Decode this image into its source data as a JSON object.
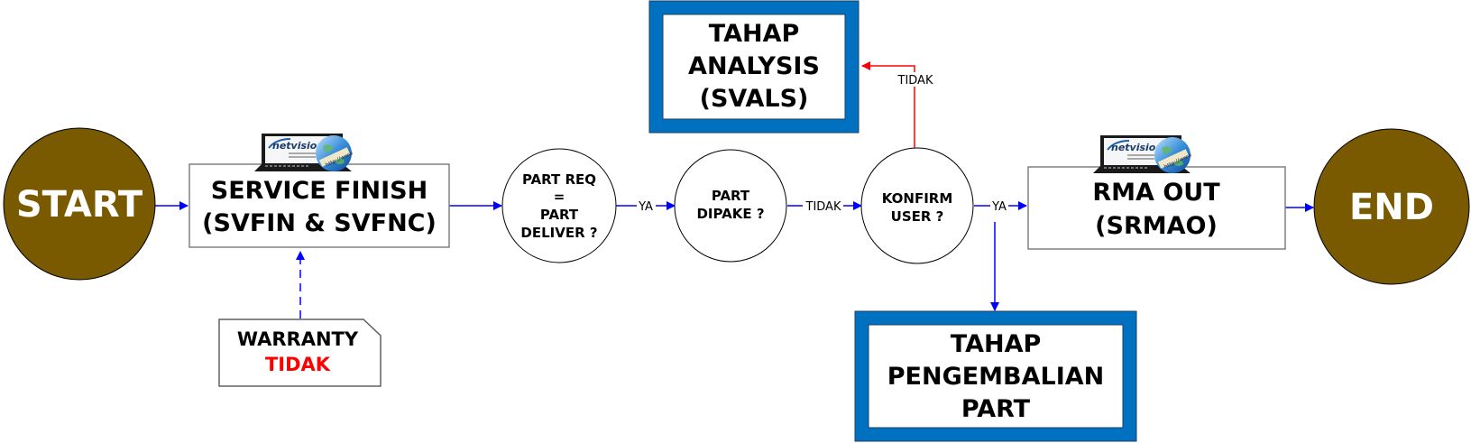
{
  "diagram": {
    "colors": {
      "terminal_fill": "#7a5a00",
      "terminal_text": "#ffffff",
      "flow_arrow": "#0000ff",
      "reject_arrow": "#ff0000",
      "stage_border": "#0070c0",
      "process_border": "#808080",
      "warning_text": "#ff0000"
    },
    "nodes": {
      "start": {
        "label": "START"
      },
      "service_finish": {
        "line1": "SERVICE FINISH",
        "line2": "(SVFIN & SVFNC)",
        "badge": "netvision"
      },
      "warranty_note": {
        "line1": "WARRANTY",
        "line2": "TIDAK"
      },
      "decision_part_req": {
        "line1": "PART REQ",
        "line2": "=",
        "line3": "PART",
        "line4": "DELIVER ?"
      },
      "decision_part_dipake": {
        "line1": "PART",
        "line2": "DIPAKE ?"
      },
      "decision_konfirm_user": {
        "line1": "KONFIRM",
        "line2": "USER ?"
      },
      "stage_analysis": {
        "line1": "TAHAP",
        "line2": "ANALYSIS",
        "line3": "(SVALS)"
      },
      "rma_out": {
        "line1": "RMA OUT",
        "line2": "(SRMAO)",
        "badge": "netvision"
      },
      "stage_pengembalian": {
        "line1": "TAHAP",
        "line2": "PENGEMBALIAN",
        "line3": "PART"
      },
      "end": {
        "label": "END"
      }
    },
    "edges": {
      "part_req_to_dipake": "YA",
      "dipake_to_konfirm": "TIDAK",
      "konfirm_to_analysis": "TIDAK",
      "konfirm_to_rma": "YA"
    },
    "badge": {
      "brand": "netvision",
      "url": "http://www"
    }
  }
}
